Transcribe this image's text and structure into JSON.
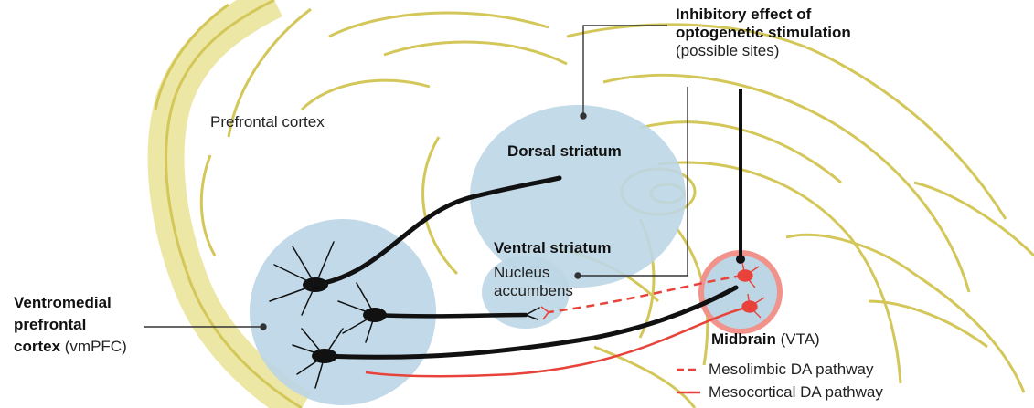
{
  "labels": {
    "inhibitory_title_1": "Inhibitory effect of",
    "inhibitory_title_2": "optogenetic stimulation",
    "inhibitory_sub": "(possible sites)",
    "prefrontal": "Prefrontal cortex",
    "dorsal": "Dorsal striatum",
    "ventral": "Ventral striatum",
    "nucleus_1": "Nucleus",
    "nucleus_2": "accumbens",
    "vmpfc_1": "Ventromedial",
    "vmpfc_2": "prefrontal",
    "vmpfc_3": "cortex",
    "vmpfc_abbr": "(vmPFC)",
    "midbrain": "Midbrain",
    "midbrain_abbr": "(VTA)"
  },
  "legend": [
    {
      "label": "Mesolimbic DA pathway",
      "style": "dashed",
      "color": "#e8433a"
    },
    {
      "label": "Mesocortical DA pathway",
      "style": "solid",
      "color": "#e8433a"
    }
  ],
  "colors": {
    "brain_fill": "#ede7a6",
    "brain_line": "#d4c75a",
    "region_fill": "#bcd6e6",
    "neuron": "#111111",
    "dopamine": "#e8433a",
    "vta_ring": "#f1928b"
  }
}
